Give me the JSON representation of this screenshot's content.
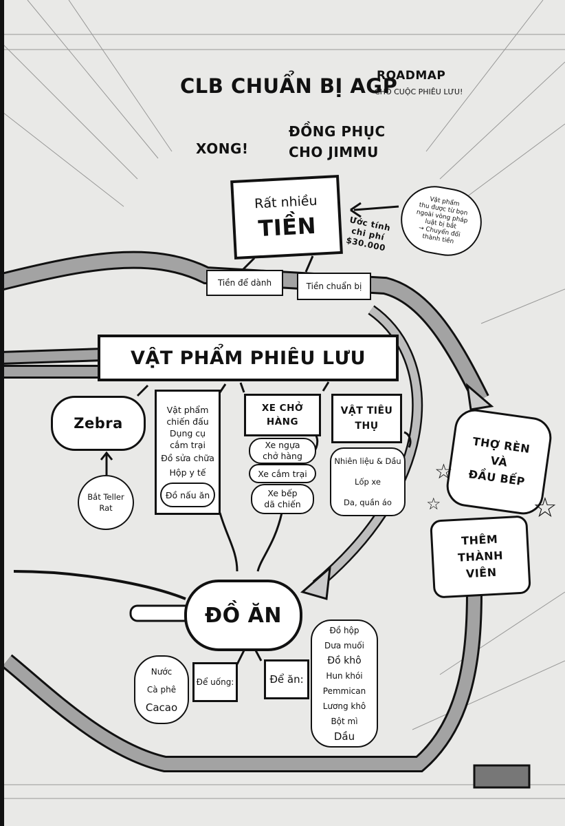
{
  "header": {
    "title": "CLB CHUẨN BỊ AGP",
    "roadmap": "ROADMAP",
    "roadmap_sub": "CHO CUỘC PHIÊU LƯU!",
    "done": "XONG!",
    "uniform_line1": "ĐỒNG PHỤC",
    "uniform_line2": "CHO JIMMU"
  },
  "money": {
    "line1": "Rất nhiều",
    "line2": "TIỀN",
    "estimate_line1": "Ước tính",
    "estimate_line2": "chi phí",
    "estimate_value": "$30.000",
    "note": [
      "Vật phẩm",
      "thu được từ bọn",
      "ngoài vòng pháp",
      "luật bị bắt",
      "→ Chuyển đổi",
      "thành tiền"
    ],
    "savings": "Tiền để dành",
    "prep_money": "Tiền chuẩn bị"
  },
  "adventure_items": {
    "title": "VẬT PHẨM PHIÊU LƯU",
    "zebra": "Zebra",
    "teller_rat": [
      "Bắt Teller",
      "Rat"
    ],
    "gear_list": [
      "Vật phẩm",
      "chiến đấu",
      "Dụng cụ",
      "cắm trại",
      "Đồ sửa chữa",
      "Hộp y tế"
    ],
    "cookware": "Đồ nấu ăn",
    "wagon_title": [
      "XE CHỞ",
      "HÀNG"
    ],
    "wagon_items": [
      [
        "Xe ngựa",
        "chở hàng"
      ],
      [
        "Xe cắm trại"
      ],
      [
        "Xe bếp",
        "dã chiến"
      ]
    ],
    "consumables_title": [
      "VẬT TIÊU",
      "THỤ"
    ],
    "consumables_items": [
      "Nhiên liệu & Dầu",
      "Lốp xe",
      "Da, quần áo"
    ]
  },
  "members": {
    "smith_cook": [
      "THỢ RÈN",
      "VÀ",
      "ĐẦU BẾP"
    ],
    "add_members": [
      "THÊM",
      "THÀNH",
      "VIÊN"
    ]
  },
  "food": {
    "title": "ĐỒ ĂN",
    "drinks_label": "Để uống:",
    "drinks": [
      "Nước",
      "Cà phê",
      "Cacao"
    ],
    "eats_label": "Để ăn:",
    "eats": [
      "Đồ hộp",
      "Dưa muối",
      "Đồ khô",
      "Hun khói",
      "Pemmican",
      "Lương khô",
      "Bột mì",
      "Dầu"
    ]
  },
  "colors": {
    "paper": "#e9e9e7",
    "ink": "#111111",
    "road": "#9a9a9a"
  }
}
